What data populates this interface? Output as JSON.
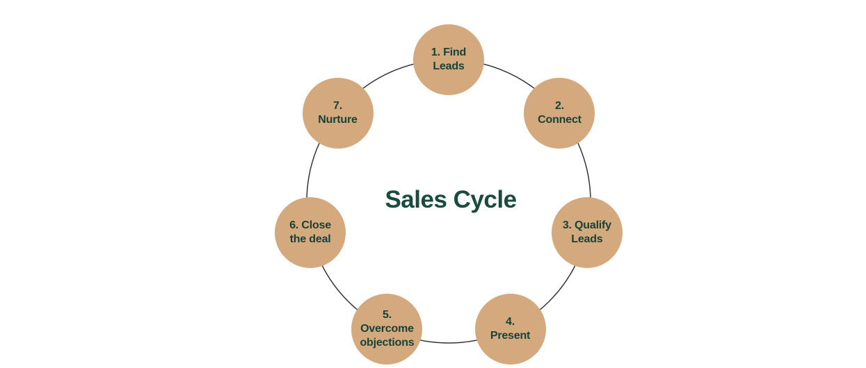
{
  "title": "Sales Cycle",
  "colors": {
    "background": "#ffffff",
    "circle_fill": "#d4a97d",
    "step_text": "#17423a",
    "title_text": "#1b4a3e",
    "ring_stroke": "#333333"
  },
  "diagram": {
    "type": "cycle",
    "steps": [
      {
        "number": "1",
        "label": "1. Find\nLeads"
      },
      {
        "number": "2",
        "label": "2.\nConnect"
      },
      {
        "number": "3",
        "label": "3. Qualify\nLeads"
      },
      {
        "number": "4",
        "label": "4.\nPresent"
      },
      {
        "number": "5",
        "label": "5.\nOvercome\nobjections"
      },
      {
        "number": "6",
        "label": "6. Close\nthe deal"
      },
      {
        "number": "7",
        "label": "7.\nNurture"
      }
    ]
  }
}
